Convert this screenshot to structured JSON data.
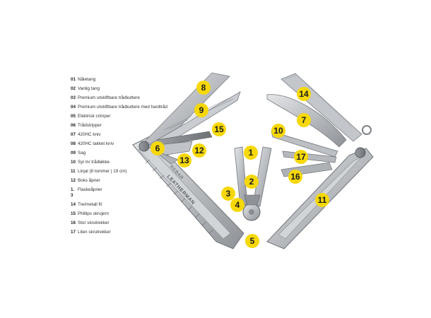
{
  "legend": [
    {
      "num": "01",
      "text": "Nåletang"
    },
    {
      "num": "02",
      "text": "Vanlig tang"
    },
    {
      "num": "03",
      "text": "Premium utskiftbare trådkuttere"
    },
    {
      "num": "04",
      "text": "Premium utskiftbare trådkuttere med hardtråd"
    },
    {
      "num": "05",
      "text": "Elektrisk crimper"
    },
    {
      "num": "06",
      "text": "Trådstripper"
    },
    {
      "num": "07",
      "text": "420HC kniv"
    },
    {
      "num": "08",
      "text": "420HC takket kniv"
    },
    {
      "num": "09",
      "text": "Sag"
    },
    {
      "num": "10",
      "text": "Syl m/ trådløkke"
    },
    {
      "num": "11",
      "text": "Linjal (8 tommer | 19 cm)"
    },
    {
      "num": "12",
      "text": "Boks åpner"
    },
    {
      "num": "1. 3",
      "text": "Flaskeåpner"
    },
    {
      "num": "14",
      "text": "Tre/metall fil"
    },
    {
      "num": "15",
      "text": "Phillips skrujern"
    },
    {
      "num": "16",
      "text": "Stor skrutrekker"
    },
    {
      "num": "17",
      "text": "Liten skrutrekker"
    }
  ],
  "markers": [
    "8",
    "9",
    "15",
    "6",
    "12",
    "13",
    "1",
    "2",
    "3",
    "4",
    "5",
    "14",
    "7",
    "10",
    "17",
    "16",
    "11"
  ],
  "engraving": {
    "brand": "LEATHERMAN",
    "model": "REBAR"
  },
  "colors": {
    "marker": "#f6d80a",
    "steel": "#b9bcc0"
  }
}
